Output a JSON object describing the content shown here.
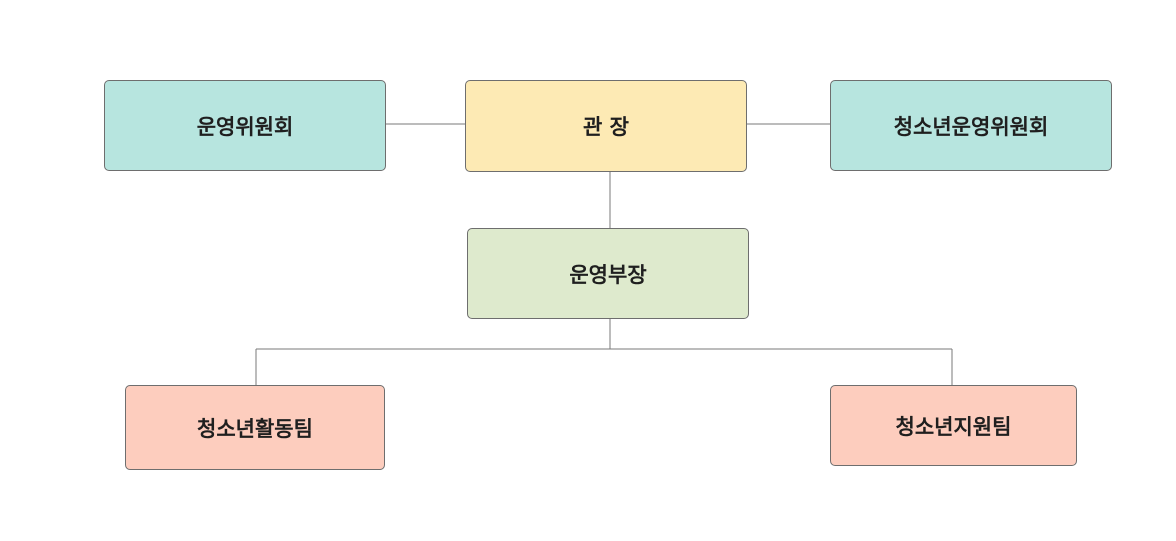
{
  "nodes": {
    "committee": {
      "label": "운영위원회",
      "color": "#b7e5df"
    },
    "director": {
      "label": "관 장",
      "color": "#fdeab4"
    },
    "youth_committee": {
      "label": "청소년운영위원회",
      "color": "#b7e5df"
    },
    "manager": {
      "label": "운영부장",
      "color": "#deeacd"
    },
    "activity_team": {
      "label": "청소년활동팀",
      "color": "#fdcdbe"
    },
    "support_team": {
      "label": "청소년지원팀",
      "color": "#fdcdbe"
    }
  },
  "line_color": "#7a7a7a"
}
